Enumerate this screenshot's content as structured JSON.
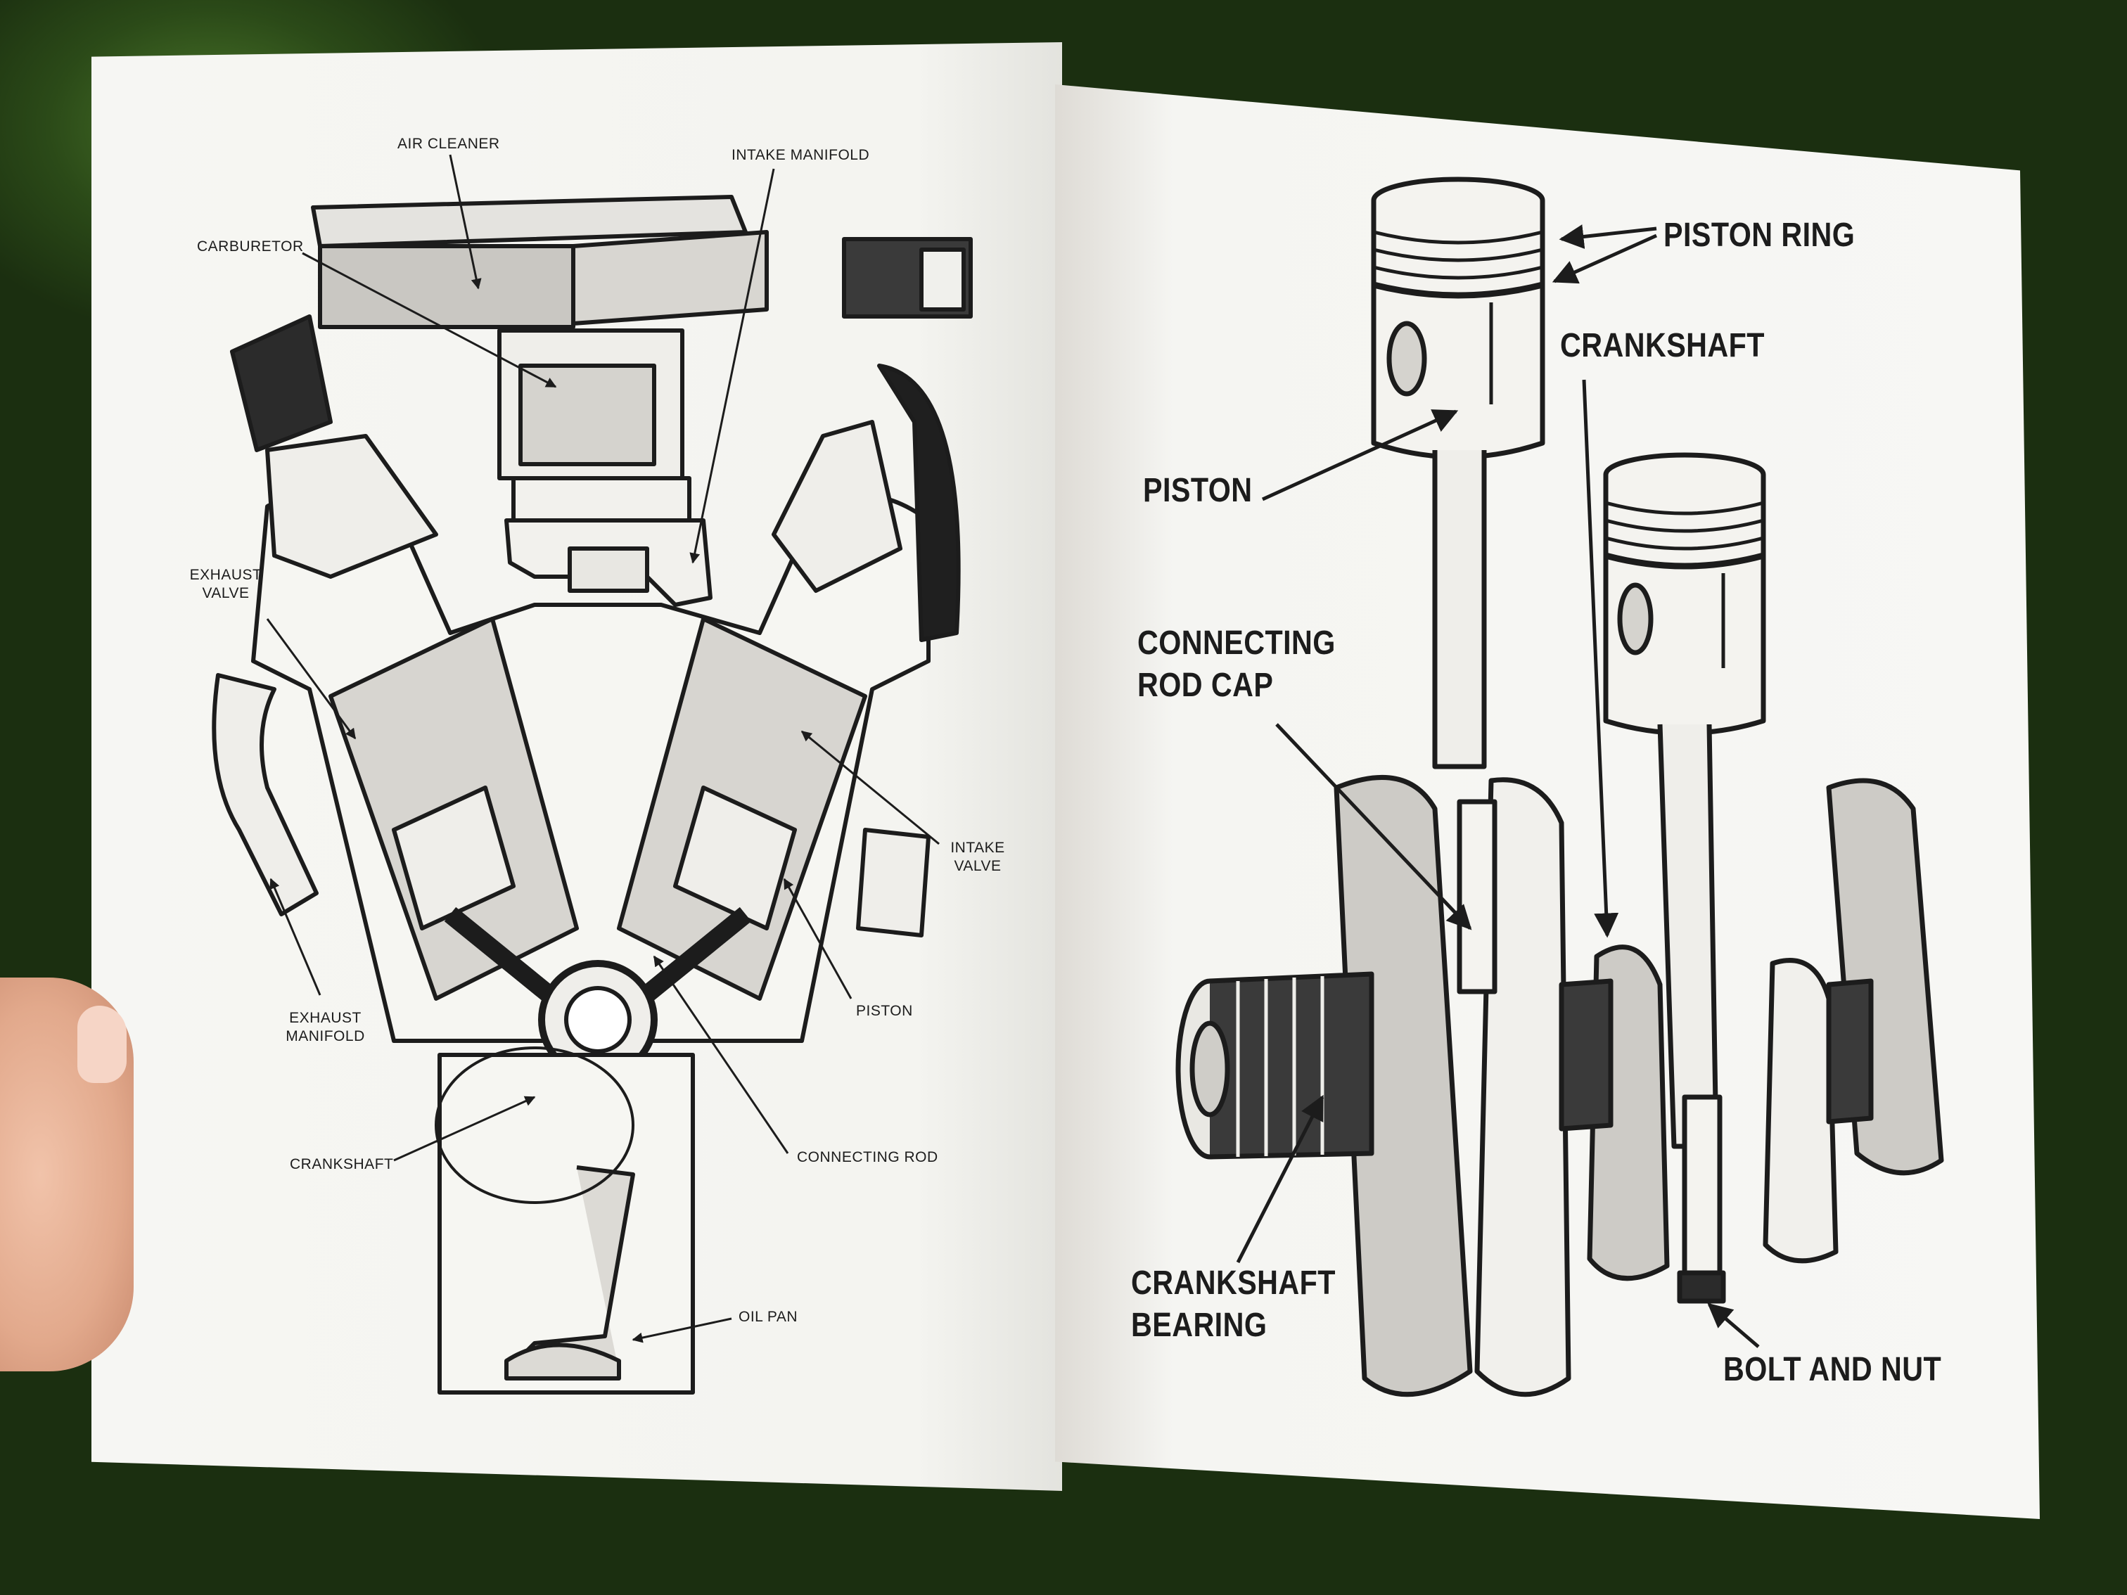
{
  "left_page": {
    "labels": {
      "air_cleaner": "AIR CLEANER",
      "intake_manifold": "INTAKE MANIFOLD",
      "carburetor": "CARBURETOR",
      "exhaust_valve_1": "EXHAUST",
      "exhaust_valve_2": "VALVE",
      "intake_valve_1": "INTAKE",
      "intake_valve_2": "VALVE",
      "exhaust_manifold_1": "EXHAUST",
      "exhaust_manifold_2": "MANIFOLD",
      "piston": "PISTON",
      "crankshaft": "CRANKSHAFT",
      "connecting_rod": "CONNECTING ROD",
      "oil_pan": "OIL PAN"
    }
  },
  "right_page": {
    "labels": {
      "piston_ring": "PISTON RING",
      "crankshaft": "CRANKSHAFT",
      "piston": "PISTON",
      "connecting_rod_cap_1": "CONNECTING",
      "connecting_rod_cap_2": "ROD CAP",
      "crankshaft_bearing_1": "CRANKSHAFT",
      "crankshaft_bearing_2": "BEARING",
      "bolt_and_nut": "BOLT AND NUT"
    }
  },
  "colors": {
    "paper": "#f7f7f4",
    "ink": "#1c1c1c",
    "shade": "#c9c7c2",
    "background": "#3c5a24"
  }
}
